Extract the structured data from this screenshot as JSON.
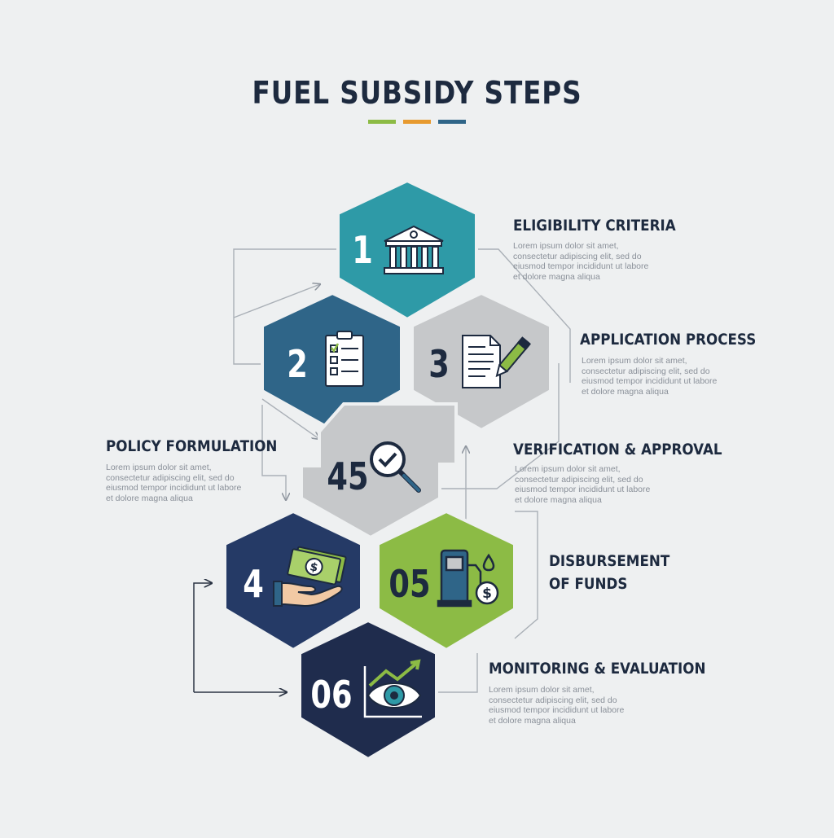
{
  "title": "FUEL SUBSIDY STEPS",
  "colors": {
    "teal": "#2e9aa7",
    "steel_blue": "#2f6588",
    "light_gray": "#c6c8ca",
    "navy": "#253a66",
    "lime": "#8cbb45",
    "dark_navy": "#1f2c4d",
    "title_bar_green": "#8cbb45",
    "title_bar_orange": "#e79a2f",
    "title_bar_blue": "#2f6588"
  },
  "steps": [
    {
      "number": "1",
      "label": "ELIGIBILITY CRITERIA",
      "description": "Lorem ipsum dolor sit amet, consectetur adipiscing elit, sed do eiusmod tempor incididunt ut labore et dolore magna aliqua",
      "icon": "bank-icon"
    },
    {
      "number": "2",
      "label": "POLICY FORMULATION",
      "description": "Lorem ipsum dolor sit amet, consectetur adipiscing elit, sed do eiusmod tempor incididunt ut labore et dolore magna aliqua",
      "icon": "checklist-icon"
    },
    {
      "number": "3",
      "label": "APPLICATION PROCESS",
      "description": "Lorem ipsum dolor sit amet, consectetur adipiscing elit, sed do eiusmod tempor incididunt ut labore et dolore magna aliqua",
      "icon": "document-pen-icon"
    },
    {
      "number": "45",
      "label": "VERIFICATION & APPROVAL",
      "description": "Lorem ipsum dolor sit amet, consectetur adipiscing elit, sed do eiusmod tempor incididunt ut labore et dolore magna aliqua",
      "icon": "magnifier-check-icon"
    },
    {
      "number": "4",
      "label": "",
      "description": "",
      "icon": "money-hand-icon"
    },
    {
      "number": "05",
      "label_line1": "DISBURSEMENT",
      "label_line2": "OF FUNDS",
      "icon": "fuel-pump-dollar-icon"
    },
    {
      "number": "06",
      "label": "MONITORING & EVALUATION",
      "description": "Lorem ipsum dolor sit amet, consectetur adipiscing elit, sed do eiusmod tempor incididunt ut labore et dolore magna aliqua",
      "icon": "eye-chart-icon"
    }
  ]
}
